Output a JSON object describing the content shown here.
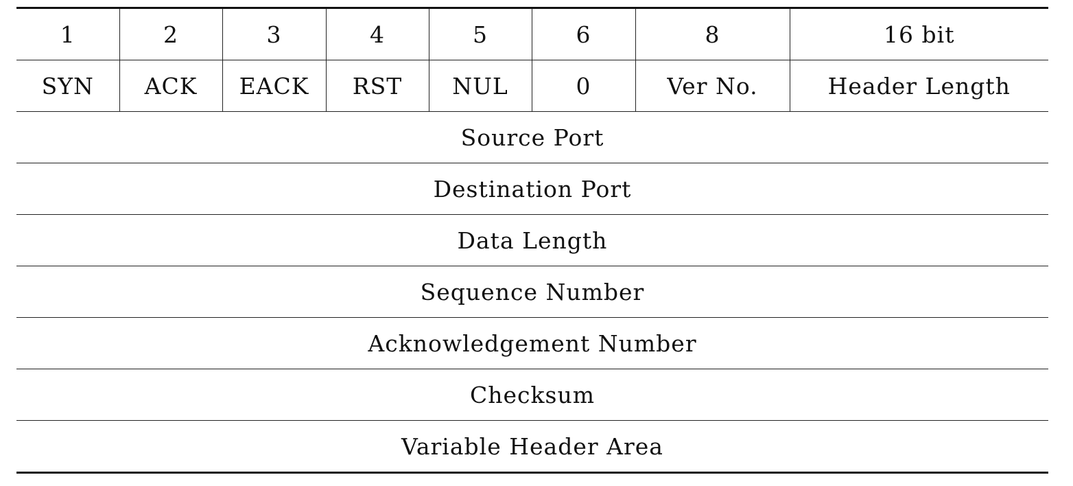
{
  "header_row": [
    "1",
    "2",
    "3",
    "4",
    "5",
    "6",
    "8",
    "16 bit"
  ],
  "flags_row": [
    "SYN",
    "ACK",
    "EACK",
    "RST",
    "NUL",
    "0",
    "Ver No.",
    "Header Length"
  ],
  "fields": [
    "Source Port",
    "Destination Port",
    "Data Length",
    "Sequence Number",
    "Acknowledgement Number",
    "Checksum",
    "Variable Header Area"
  ]
}
